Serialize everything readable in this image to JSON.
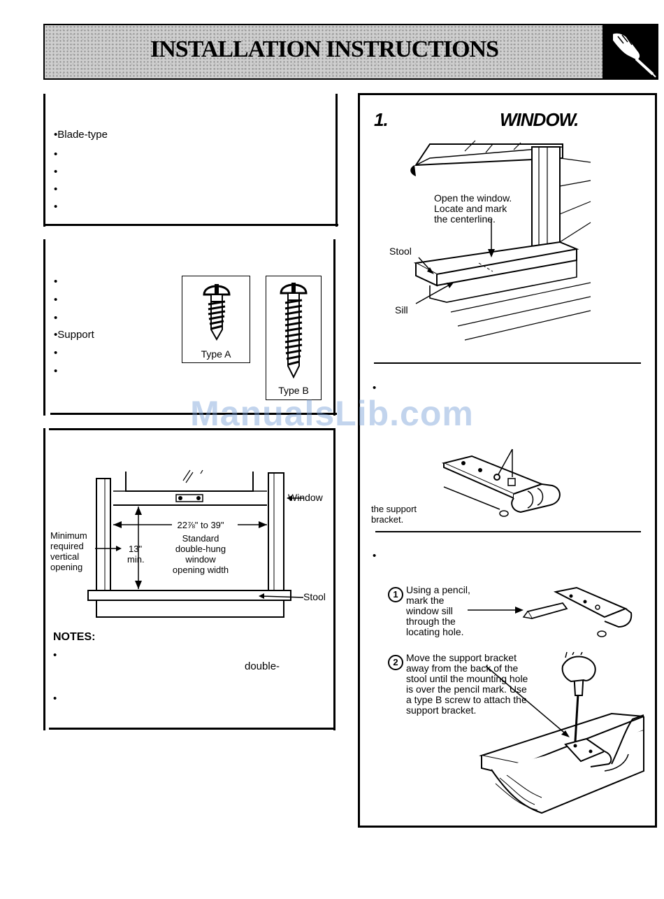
{
  "banner": {
    "title": "INSTALLATION INSTRUCTIONS",
    "hand_icon": "hand-holding-screwdriver-icon"
  },
  "tools": {
    "items": [
      "Blade-type",
      "",
      "",
      "",
      ""
    ]
  },
  "parts": {
    "items": [
      "",
      "",
      "",
      "Support",
      "",
      ""
    ],
    "screw_a_label": "Type A",
    "screw_b_label": "Type B"
  },
  "opening": {
    "window_label": "Window",
    "stool_label": "Stool",
    "width_range": "22⅞\" to 39\"",
    "width_line1": "Standard",
    "width_line2": "double-hung",
    "width_line3": "window",
    "width_line4": "opening width",
    "height_value": "13\"",
    "height_min": "min.",
    "min_label_1": "Minimum",
    "min_label_2": "required",
    "min_label_3": "vertical",
    "min_label_4": "opening",
    "notes_title": "NOTES:",
    "note_fragment": "double-"
  },
  "step1": {
    "number": "1.",
    "title": "WINDOW.",
    "callout_1": "Open the window.",
    "callout_2": "Locate and mark",
    "callout_3": "the centerline.",
    "stool_label": "Stool",
    "sill_label": "Sill",
    "bracket_caption_1": "the support",
    "bracket_caption_2": "bracket.",
    "step_a_1": "Using a pencil,",
    "step_a_2": "mark the",
    "step_a_3": "window sill",
    "step_a_4": "through the",
    "step_a_5": "locating hole.",
    "step_b_1": "Move the support bracket",
    "step_b_2": "away from the back of the",
    "step_b_3": "stool until the mounting hole",
    "step_b_4": "is over the pencil mark. Use",
    "step_b_5": "a type B screw to attach the",
    "step_b_6": "support bracket.",
    "circle_1": "1",
    "circle_2": "2"
  },
  "watermark": "ManualsLib.com"
}
